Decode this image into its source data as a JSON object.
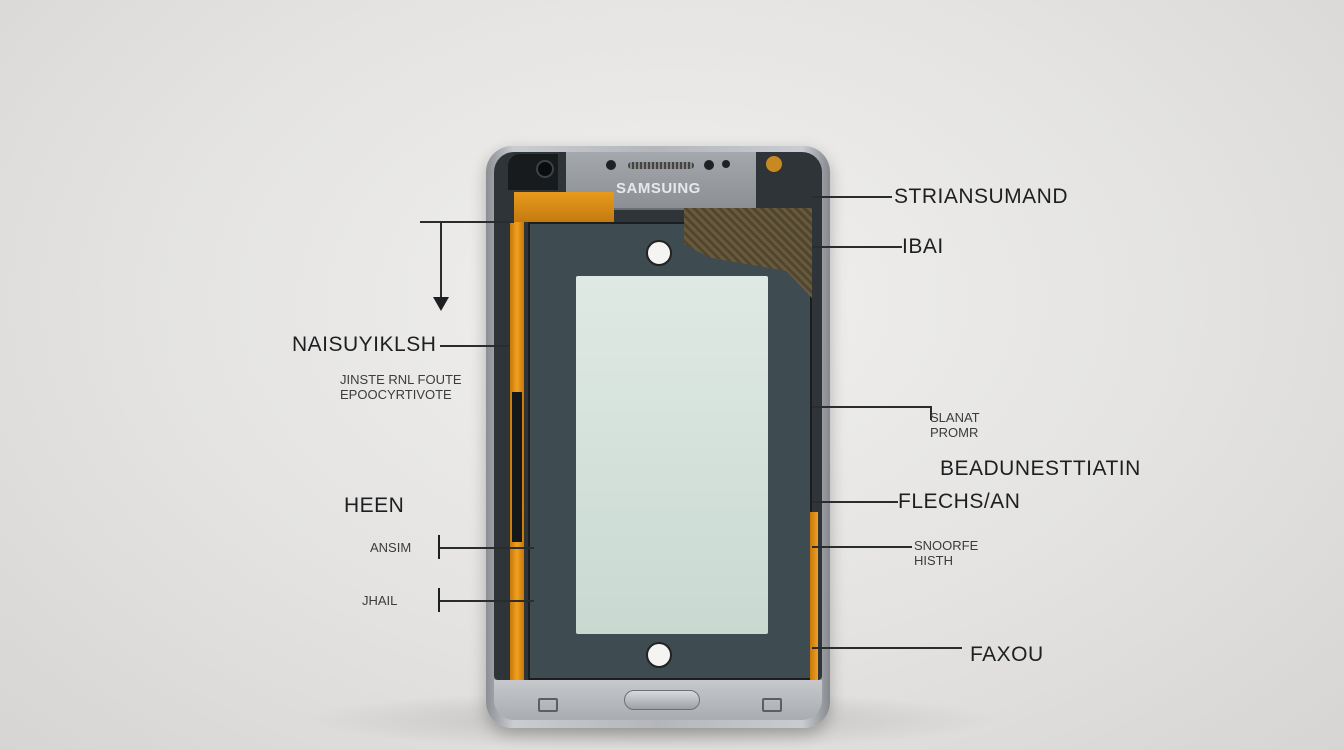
{
  "phone": {
    "brand": "SAMSUING"
  },
  "labels": {
    "top_right_1": "STRIANSUMAND",
    "top_right_2": "IBAI",
    "left_main": "NAISUYIKLSH",
    "left_small": "JINSTE RNL FOUTE\nEPOOCYRTIVOTE",
    "left_heen": "HEEN",
    "left_small_2": "ANSIM",
    "left_small_3": "JHAIL",
    "right_small_1": "SLANAT\nPROMR",
    "right_main": "BEADUNESTTIATIN",
    "right_flec": "FLECHS/AN",
    "right_small_2": "SNOORFE\nHISTH",
    "right_bottom": "FAXOU"
  },
  "colors": {
    "accent_orange": "#f0a020",
    "frame_gray": "#b3b6ba",
    "screen": "#d4e2dc"
  }
}
